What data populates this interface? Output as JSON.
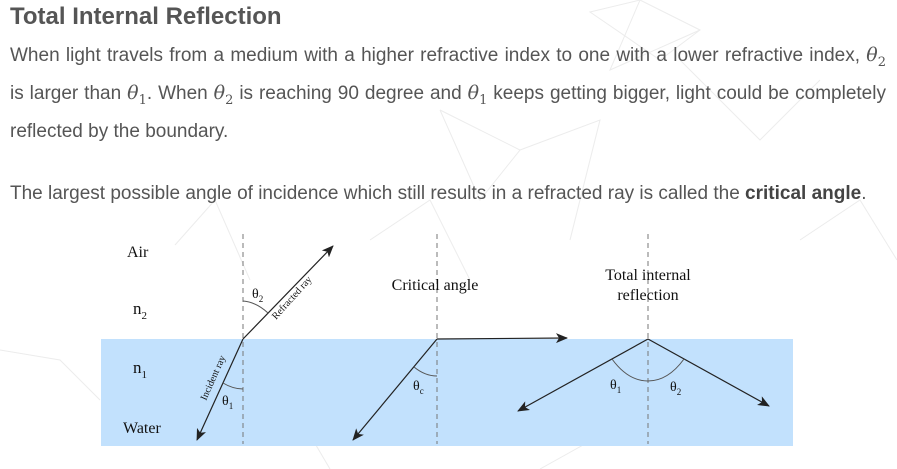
{
  "title": "Total Internal Reflection",
  "para1": {
    "t1": "When light travels from a medium with a higher refractive index to one with a lower refractive index, ",
    "theta2a": "θ",
    "sub2a": "2",
    "t2": " is larger than ",
    "theta1a": "θ",
    "sub1a": "1",
    "t3": ". When ",
    "theta2b": "θ",
    "sub2b": "2",
    "t4": " is reaching 90 degree and ",
    "theta1b": "θ",
    "sub1b": "1",
    "t5": " keeps getting bigger, light could be completely reflected by the boundary."
  },
  "para2": {
    "before": "The largest possible angle of incidence which still results in a refracted ray is called the ",
    "bold": "critical angle",
    "after": "."
  },
  "diagram": {
    "labels": {
      "air": "Air",
      "n2": "n",
      "n2_sub": "2",
      "n1": "n",
      "n1_sub": "1",
      "water": "Water",
      "theta": "θ",
      "sub1": "1",
      "sub2": "2",
      "sub_c": "c",
      "refracted_ray": "Refracted ray",
      "incident_ray": "Incident ray",
      "critical_angle": "Critical angle",
      "tir_line1": "Total internal",
      "tir_line2": "reflection"
    },
    "colors": {
      "water": "#c2e1fd",
      "ray": "#222222",
      "normal": "#777777"
    }
  }
}
